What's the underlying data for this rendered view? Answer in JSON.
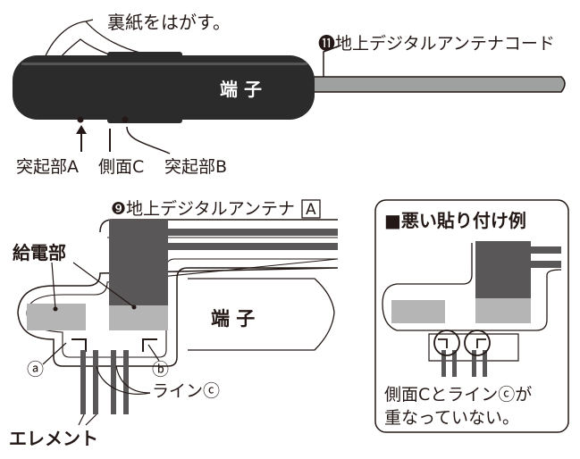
{
  "top": {
    "peel_note": "裏紙をはがす。",
    "terminal_label": "端 子",
    "cable_label": "⓫地上デジタルアンテナコード",
    "protrusion_a": "突起部A",
    "side_c": "側面C",
    "protrusion_b": "突起部B"
  },
  "main": {
    "antenna_label": "❾地上デジタルアンテナ",
    "antenna_box": "A",
    "feed_label": "給電部",
    "terminal_label": "端 子",
    "marker_a": "ⓐ",
    "marker_b": "ⓑ",
    "line_label": "ラインⓒ",
    "element_label": "エレメント"
  },
  "bad_example": {
    "title": "■悪い貼り付け例",
    "note_line1": "側面Cとラインⓒが",
    "note_line2": "重なっていない。"
  },
  "colors": {
    "dark": "#231815",
    "terminal": "#2b2b2b",
    "gray_dark": "#595757",
    "gray_light": "#b5b5b6",
    "cable": "#9fa0a0"
  }
}
